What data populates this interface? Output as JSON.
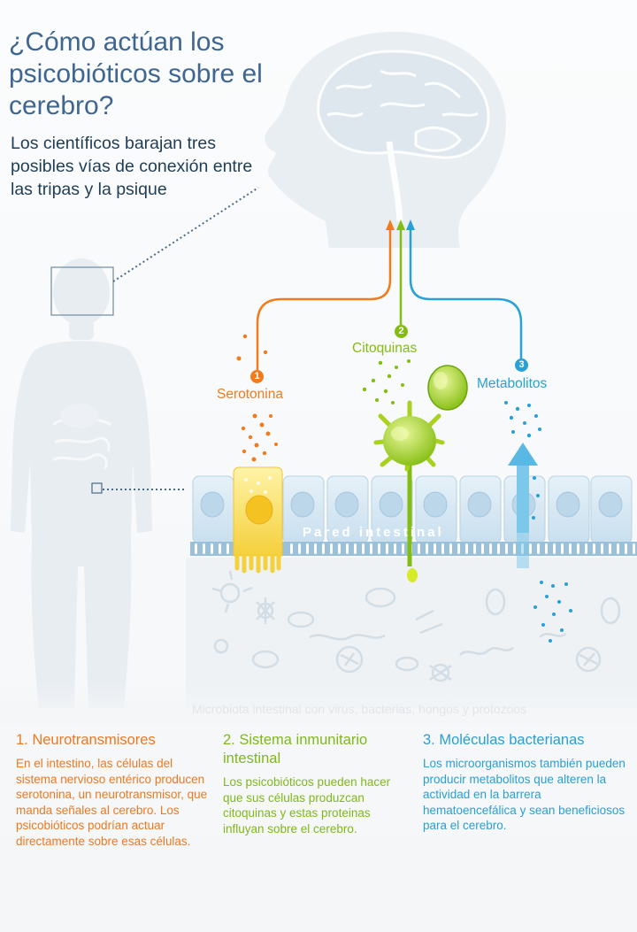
{
  "title": "¿Cómo actúan los psicobióticos sobre el cerebro?",
  "subtitle": "Los científicos barajan tres posibles vías de conexión entre las tripas y la psique",
  "pathways": [
    {
      "number": "1",
      "label": "Serotonina",
      "color": "#f07c1d"
    },
    {
      "number": "2",
      "label": "Citoquinas",
      "color": "#84bd12"
    },
    {
      "number": "3",
      "label": "Metabolitos",
      "color": "#27a1d6"
    }
  ],
  "wall_label": "Pared intestinal",
  "microbiota_label": "Microbiota intestinal con virus, bacterias, hongos y protozoos",
  "columns": [
    {
      "heading": "1. Neurotransmisores",
      "text": "En el intestino, las células del sistema nervioso entérico producen serotonina, un neurotransmisor, que manda señales al cerebro. Los psicobióticos podrían actuar directamente sobre esas células."
    },
    {
      "heading": "2. Sistema inmunitario intestinal",
      "text": "Los psicobióticos pueden hacer que sus células produzcan citoquinas y estas proteinas influyan sobre el cerebro."
    },
    {
      "heading": "3. Moléculas bacterianas",
      "text": "Los microorganismos también pueden producir metabolitos que alteren la actividad en la barrera hematoencefálica y sean beneficiosos para el cerebro."
    }
  ],
  "colors": {
    "title": "#3e6690",
    "orange": "#f07c1d",
    "green": "#84bd12",
    "blue": "#27a1d6",
    "cell": "#d6e8f3"
  }
}
